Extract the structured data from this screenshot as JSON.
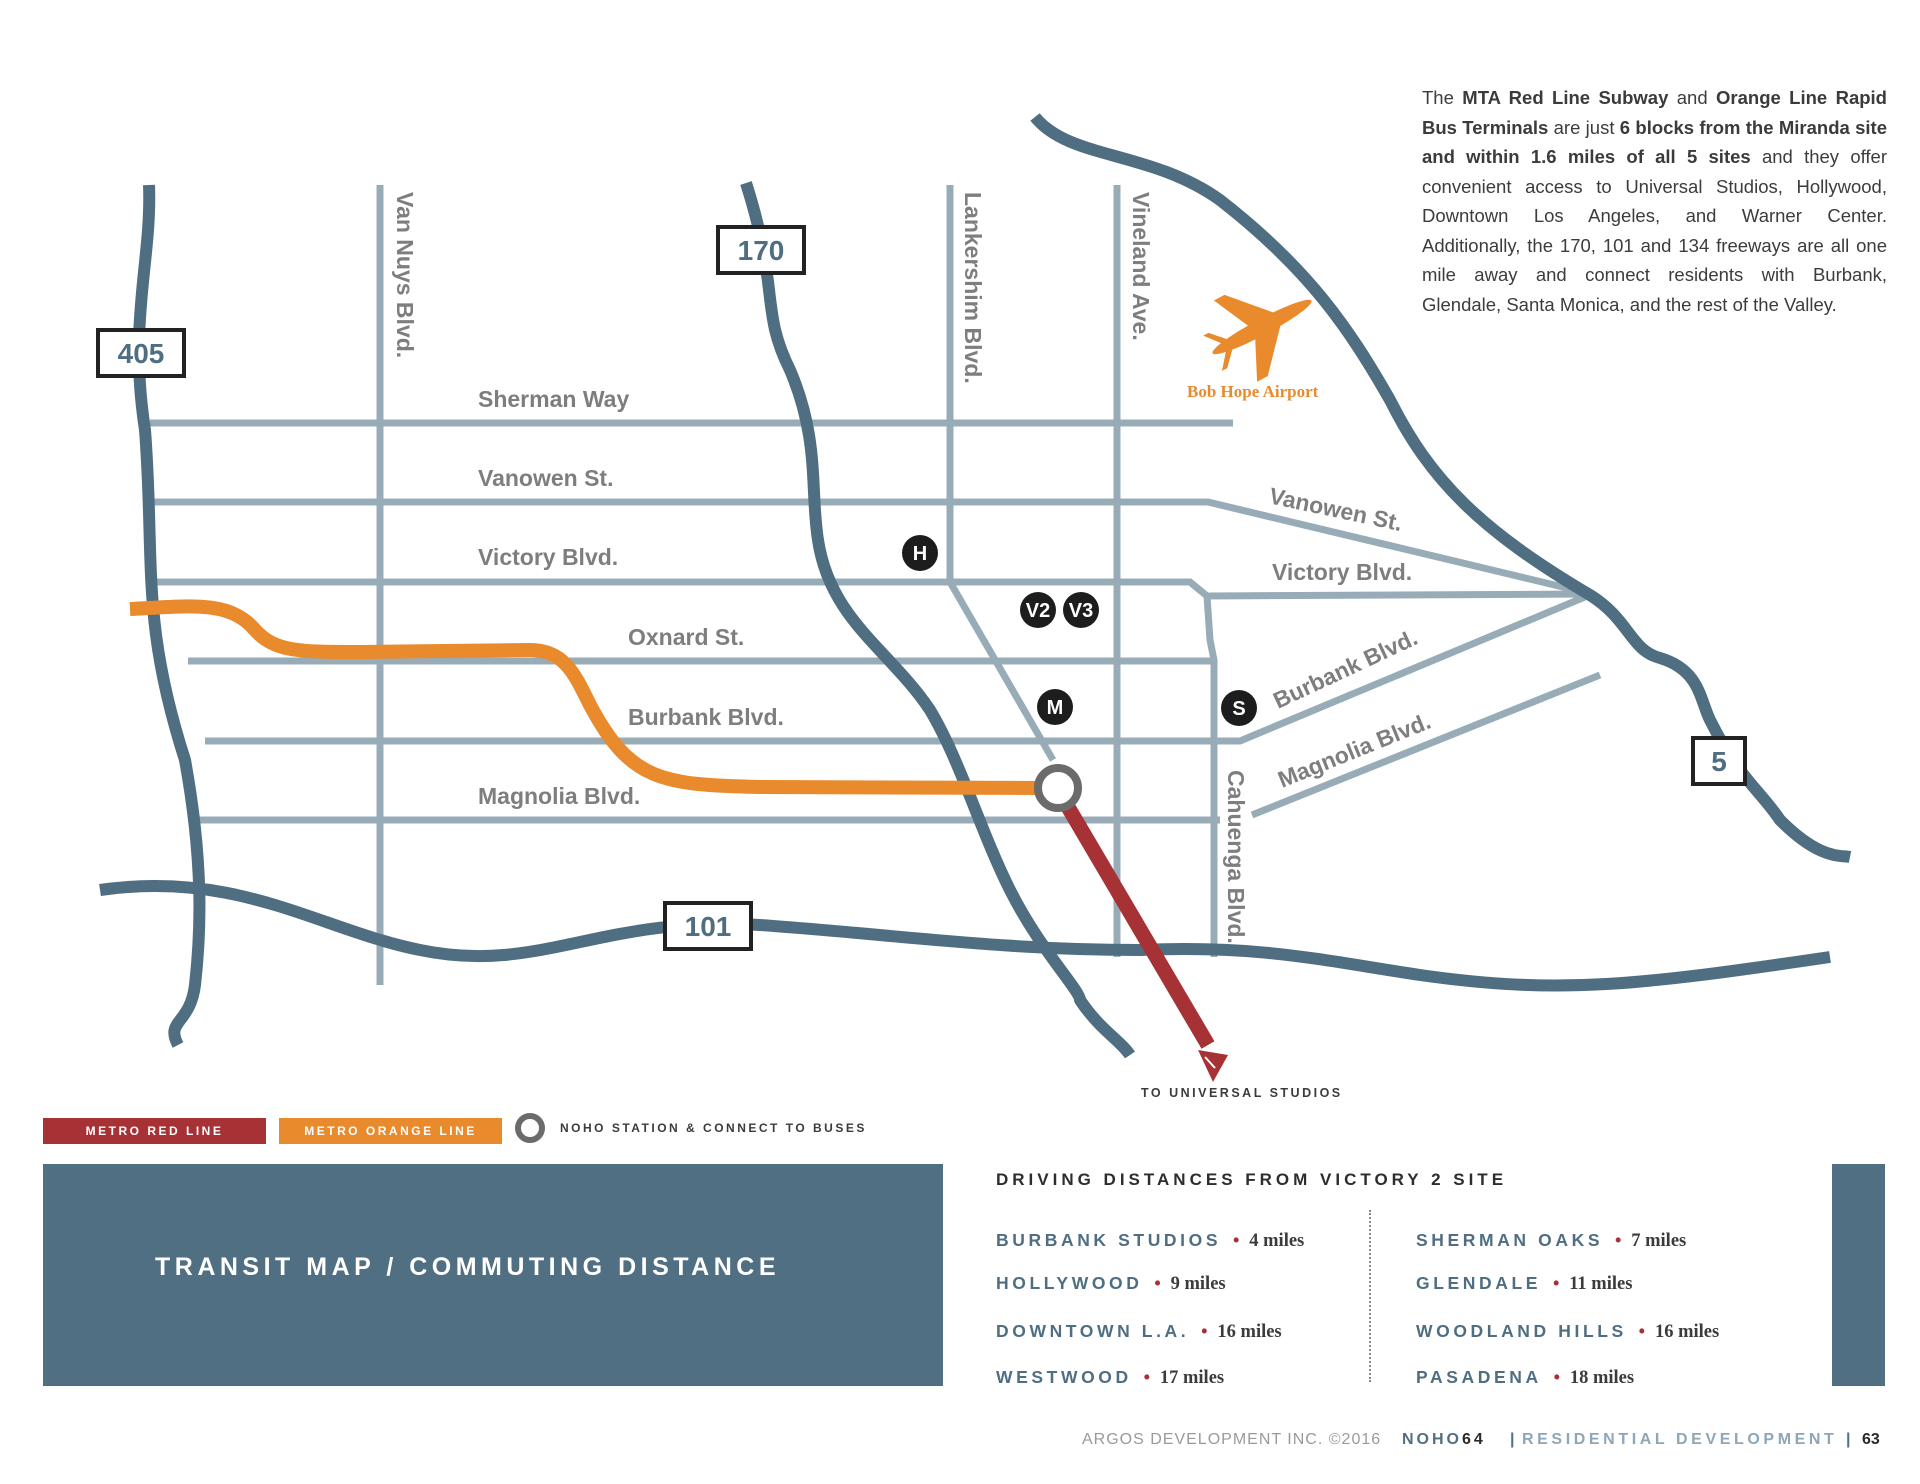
{
  "intro": {
    "parts": [
      {
        "text": "The ",
        "bold": false
      },
      {
        "text": "MTA Red Line Subway",
        "bold": true
      },
      {
        "text": " and ",
        "bold": false
      },
      {
        "text": "Orange Line Rapid Bus Terminals",
        "bold": true
      },
      {
        "text": " are just ",
        "bold": false
      },
      {
        "text": "6 blocks from the Miranda site and within 1.6 miles of all 5 sites",
        "bold": true
      },
      {
        "text": " and they offer convenient access to Universal Studios, Hollywood, Downtown Los Angeles, and Warner Center. Additionally, the 170, 101 and 134 freeways are all one mile away and connect residents with Burbank, Glendale, Santa Monica, and the rest of the Valley.",
        "bold": false
      }
    ]
  },
  "map": {
    "highways": {
      "hwy405": "405",
      "hwy170": "170",
      "hwy101": "101",
      "hwy5": "5"
    },
    "streets": {
      "sherman_way": "Sherman Way",
      "vanowen": "Vanowen St.",
      "victory": "Victory Blvd.",
      "oxnard": "Oxnard St.",
      "burbank": "Burbank Blvd.",
      "magnolia": "Magnolia Blvd.",
      "van_nuys": "Van Nuys Blvd.",
      "lankershim": "Lankershim Blvd.",
      "vineland": "Vineland Ave.",
      "cahuenga": "Cahuenga Blvd.",
      "vanowen_east": "Vanowen St.",
      "victory_east": "Victory Blvd.",
      "burbank_east": "Burbank Blvd.",
      "magnolia_east": "Magnolia Blvd."
    },
    "markers": {
      "h": "H",
      "v2": "V2",
      "v3": "V3",
      "m": "M",
      "s": "S"
    },
    "airport": "Bob Hope Airport",
    "universal": "TO UNIVERSAL STUDIOS",
    "colors": {
      "highway": "#4f6e82",
      "street": "#98acb8",
      "red_line": "#a73236",
      "orange_line": "#e98a2c",
      "station": "#6b6b6b"
    }
  },
  "legend": {
    "red_line": "METRO RED LINE",
    "orange_line": "METRO ORANGE LINE",
    "station": "NOHO STATION & CONNECT TO BUSES"
  },
  "title_panel": {
    "title": "TRANSIT MAP / COMMUTING DISTANCE"
  },
  "distances": {
    "heading": "DRIVING DISTANCES FROM VICTORY 2 SITE",
    "left": [
      {
        "place": "BURBANK STUDIOS",
        "distance": "4 miles"
      },
      {
        "place": "HOLLYWOOD",
        "distance": "9 miles"
      },
      {
        "place": "DOWNTOWN L.A.",
        "distance": "16 miles"
      },
      {
        "place": "WESTWOOD",
        "distance": "17 miles"
      }
    ],
    "right": [
      {
        "place": "SHERMAN OAKS",
        "distance": "7 miles"
      },
      {
        "place": "GLENDALE",
        "distance": "11 miles"
      },
      {
        "place": "WOODLAND HILLS",
        "distance": "16 miles"
      },
      {
        "place": "PASADENA",
        "distance": "18 miles"
      }
    ],
    "separator": "•"
  },
  "footer": {
    "copyright": "ARGOS DEVELOPMENT INC. ©2016",
    "brand_prefix": "NOHO",
    "brand_number": "64",
    "separator": "|",
    "section": "RESIDENTIAL DEVELOPMENT",
    "page": "63"
  }
}
